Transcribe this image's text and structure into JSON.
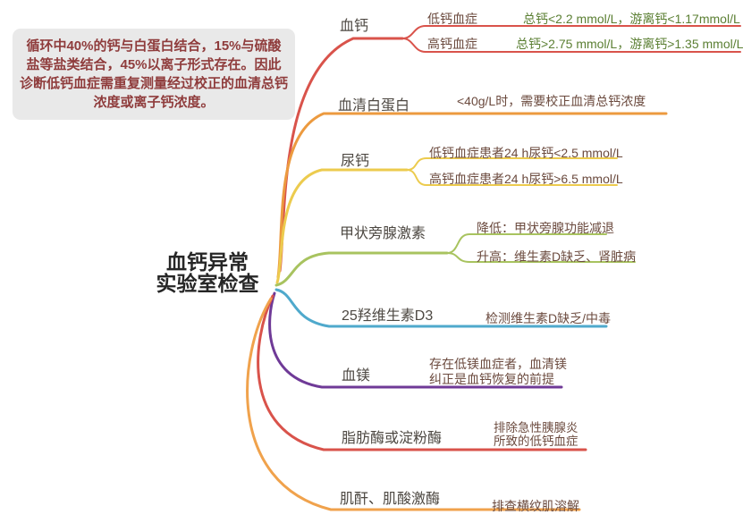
{
  "note": {
    "text": "循环中40%的钙与白蛋白结合，15%与硫酸盐等盐类结合，45%以离子形式存在。因此诊断低钙血症需重复测量经过校正的血清总钙浓度或离子钙浓度。"
  },
  "center": {
    "line1": "血钙异常",
    "line2": "实验室检查"
  },
  "colors": {
    "red": "#d9534b",
    "orange": "#ec9a3f",
    "yellow": "#eccb4e",
    "olive": "#a8c35f",
    "blue": "#4fa9cc",
    "purple": "#6f3a97",
    "orange2": "#f0a24c",
    "note_bg": "#e9e9e9",
    "note_text": "#8f3c3c",
    "title_text": "#262626",
    "branch_label_text": "#4d4842",
    "detail_brown_text": "#6b4a3e",
    "detail_green_text": "#5b7f33"
  },
  "branches": [
    {
      "label": "血钙",
      "color": "#d9534b",
      "children": [
        {
          "label": "低钙血症",
          "detail": "总钙<2.2 mmol/L，游离钙<1.17mmol/L"
        },
        {
          "label": "高钙血症",
          "detail": "总钙>2.75 mmol/L，游离钙>1.35 mmol/L"
        }
      ]
    },
    {
      "label": "血清白蛋白",
      "color": "#ec9a3f",
      "detail": "<40g/L时，需要校正血清总钙浓度"
    },
    {
      "label": "尿钙",
      "color": "#eccb4e",
      "children": [
        {
          "detail": "低钙血症患者24 h尿钙<2.5 mmol/L"
        },
        {
          "detail": "高钙血症患者24 h尿钙>6.5 mmol/L"
        }
      ]
    },
    {
      "label": "甲状旁腺激素",
      "color": "#a8c35f",
      "children": [
        {
          "detail": "降低：甲状旁腺功能减退"
        },
        {
          "detail": "升高：维生素D缺乏、肾脏病"
        }
      ]
    },
    {
      "label": "25羟维生素D3",
      "color": "#4fa9cc",
      "detail": "检测维生素D缺乏/中毒"
    },
    {
      "label": "血镁",
      "color": "#6f3a97",
      "detail_line1": "存在低镁血症者，血清镁",
      "detail_line2": "纠正是血钙恢复的前提"
    },
    {
      "label": "脂肪酶或淀粉酶",
      "color": "#d9534b",
      "detail_line1": "排除急性胰腺炎",
      "detail_line2": "所致的低钙血症"
    },
    {
      "label": "肌酐、肌酸激酶",
      "color": "#f0a24c",
      "detail": "排查横纹肌溶解"
    }
  ]
}
